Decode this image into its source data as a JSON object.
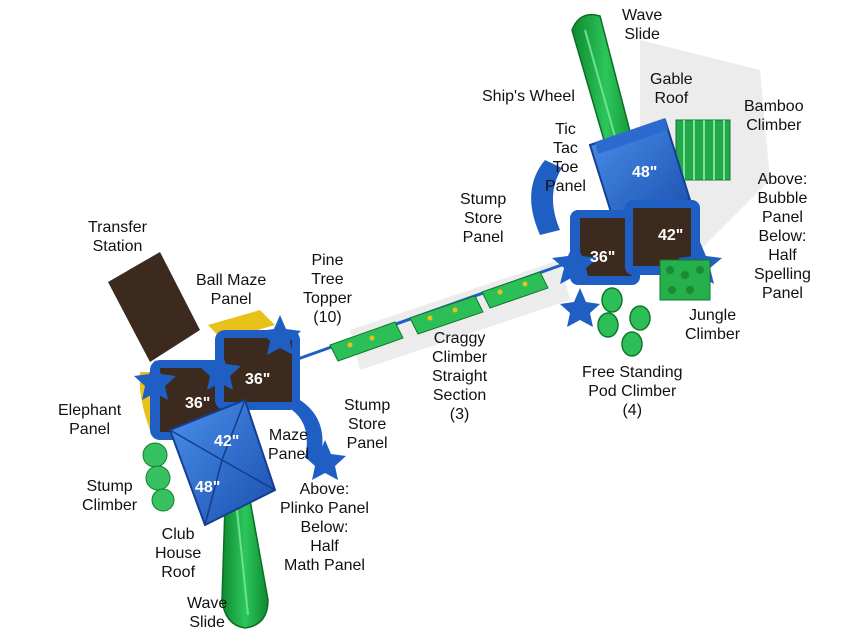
{
  "size_labels": {
    "left_platform_a": "36\"",
    "left_platform_b": "36\"",
    "left_roof_upper": "42\"",
    "left_roof_lower": "48\"",
    "right_roof": "48\"",
    "right_platform_a": "36\"",
    "right_platform_b": "42\""
  },
  "labels": {
    "wave_slide_top": "Wave\nSlide",
    "gable_roof": "Gable\nRoof",
    "ships_wheel": "Ship's Wheel",
    "bamboo_climber": "Bamboo\nClimber",
    "tic_tac_toe": "Tic\nTac\nToe\nPanel",
    "above_bubble": "Above:\nBubble\nPanel\nBelow:\nHalf\nSpelling\nPanel",
    "stump_store_right": "Stump\nStore\nPanel",
    "transfer_station": "Transfer\nStation",
    "pine_tree_topper": "Pine\nTree\nTopper\n(10)",
    "ball_maze": "Ball Maze\nPanel",
    "jungle_climber": "Jungle\nClimber",
    "craggy_climber": "Craggy\nClimber\nStraight\nSection\n(3)",
    "free_standing_pod": "Free Standing\nPod Climber\n(4)",
    "elephant_panel": "Elephant\nPanel",
    "stump_store_left": "Stump\nStore\nPanel",
    "maze_panel": "Maze\nPanel",
    "stump_climber": "Stump\nClimber",
    "above_plinko": "Above:\nPlinko Panel\nBelow:\nHalf\nMath Panel",
    "club_house_roof": "Club\nHouse\nRoof",
    "wave_slide_bottom": "Wave\nSlide"
  },
  "colors": {
    "blue": "#1f5fc4",
    "blue_light": "#3f86e6",
    "blue_dark": "#163f8f",
    "deck": "#3b2a1d",
    "green": "#20b04a",
    "green_dark": "#11802f",
    "yellow": "#e8c21b",
    "shadow": "#e6e6e6"
  }
}
